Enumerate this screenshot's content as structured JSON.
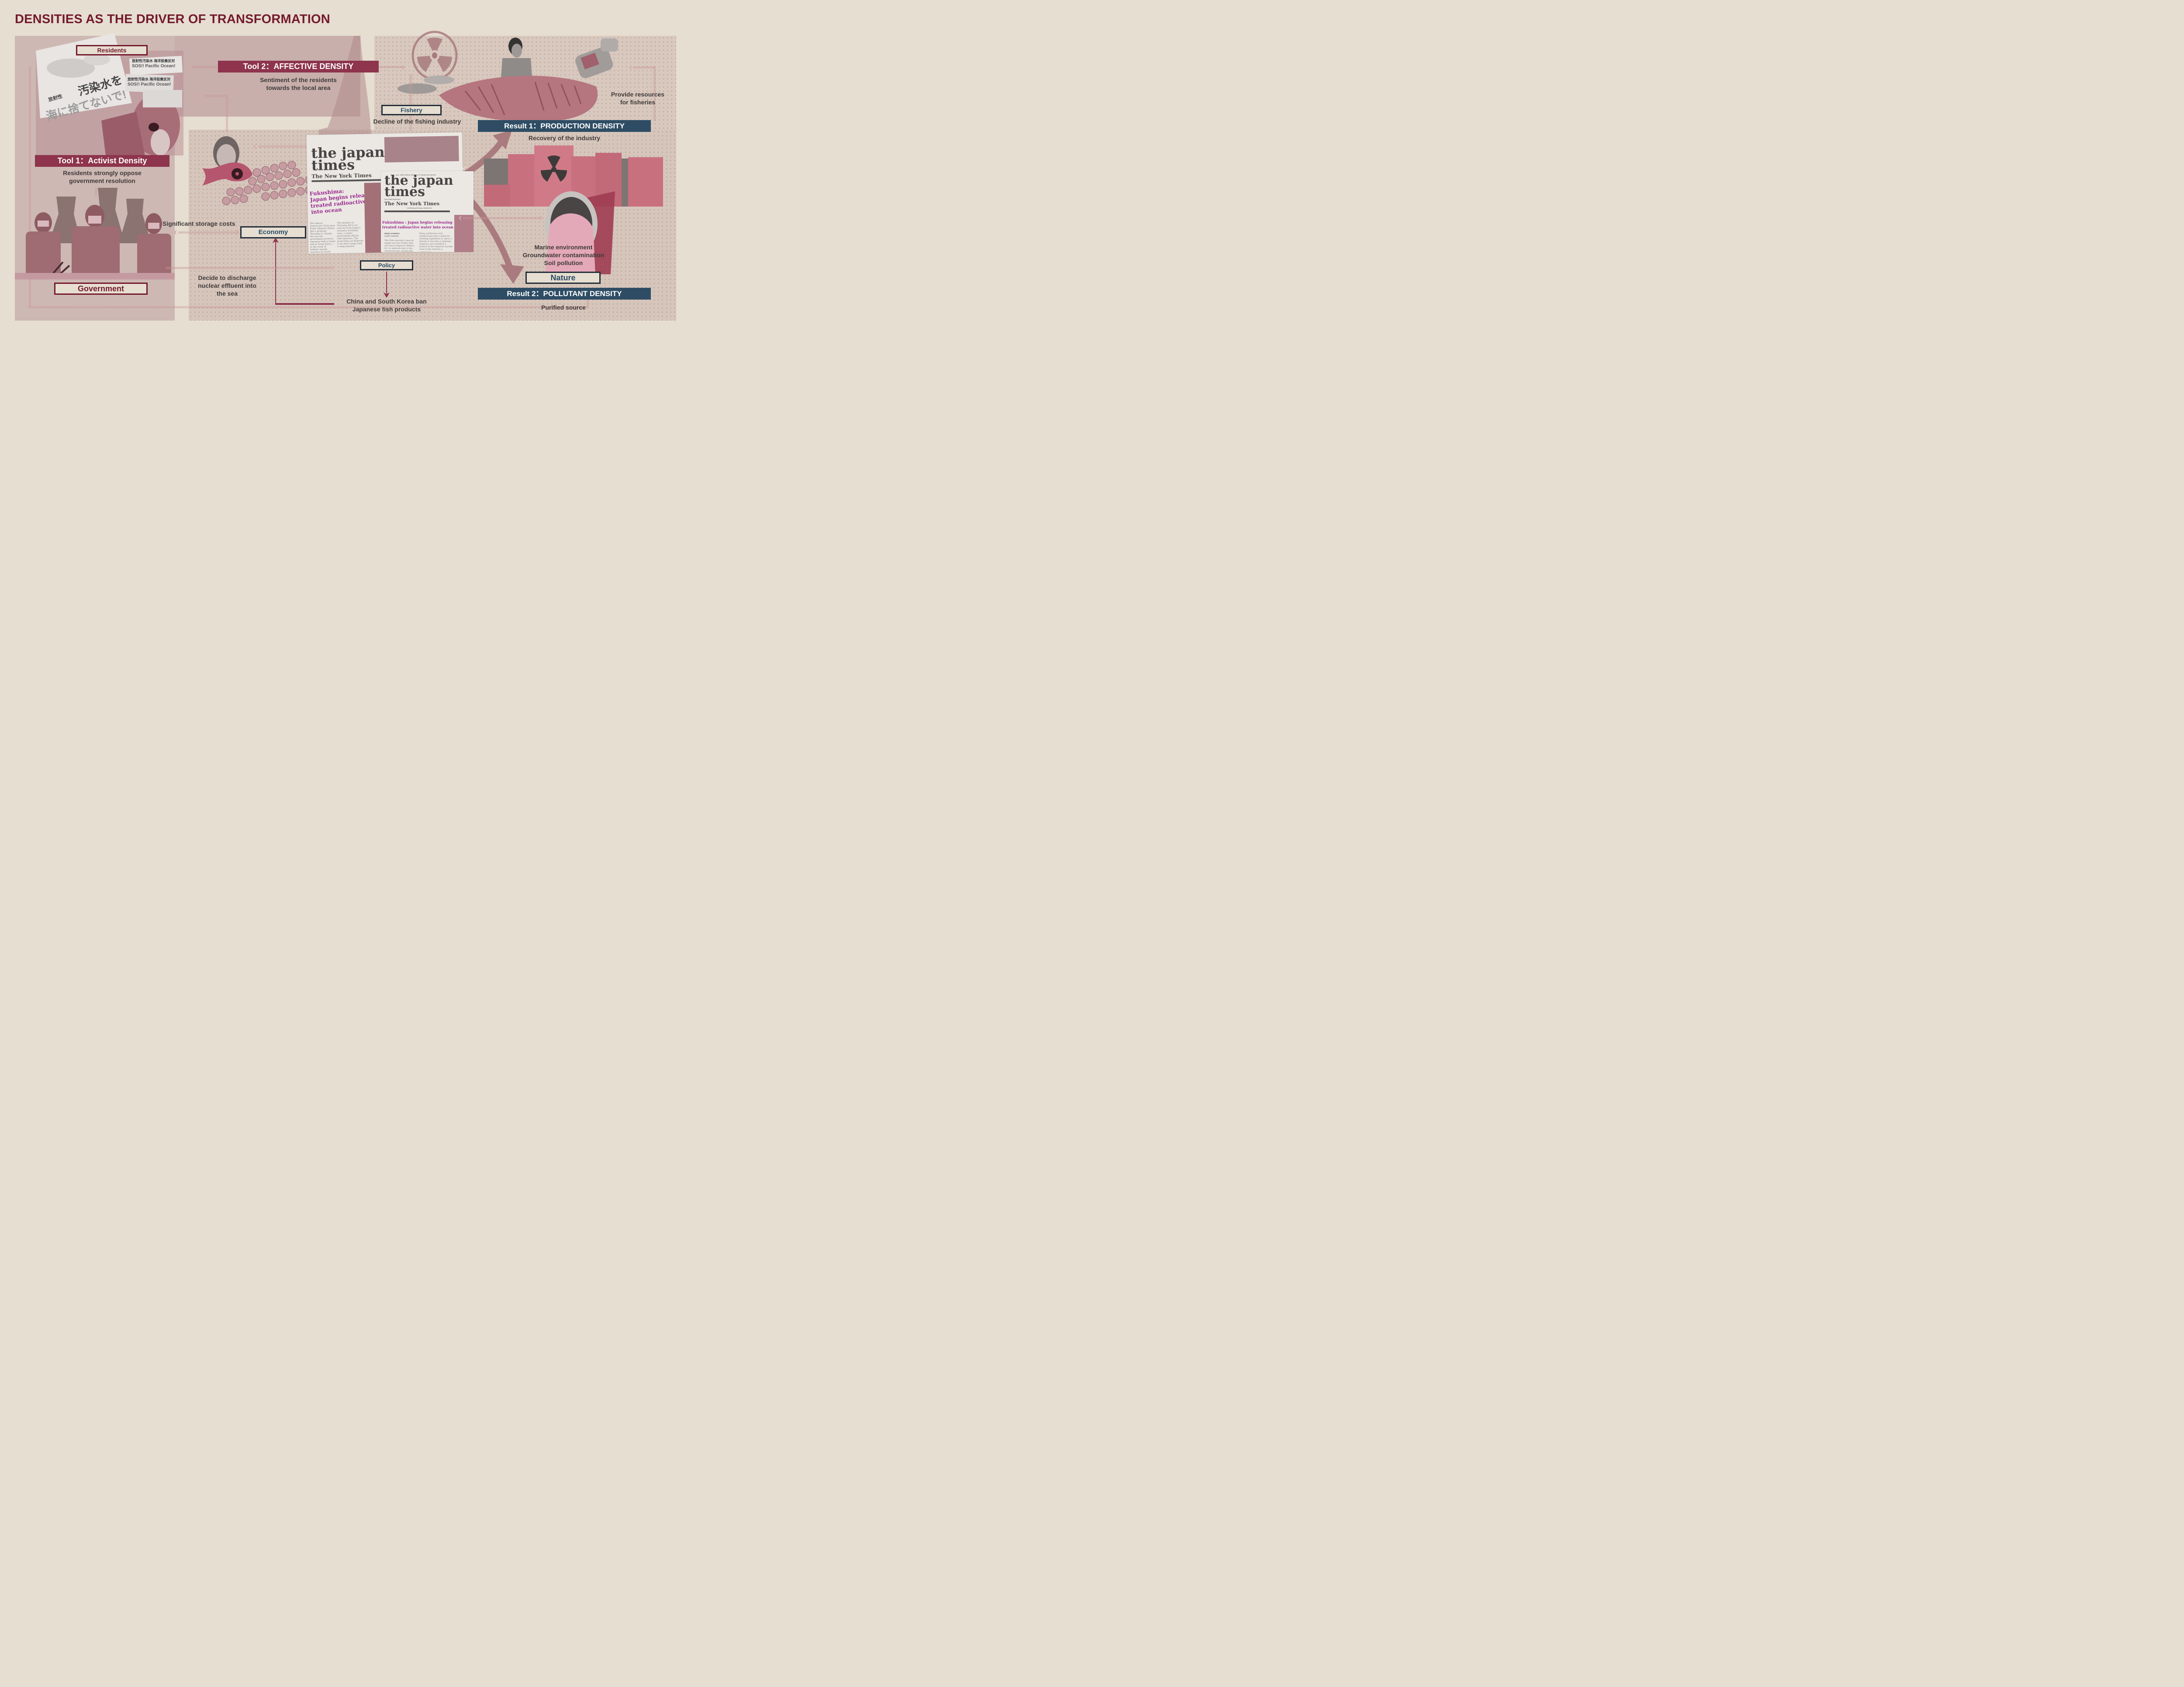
{
  "title": "DENSITIES AS THE DRIVER OF TRANSFORMATION",
  "colors": {
    "background": "#e6ded0",
    "title": "#741a2d",
    "tool_band": "#8e344d",
    "result_band": "#2e4d65",
    "stakeholder_red": "#741a2d",
    "stakeholder_blue": "#2b4b66",
    "text": "#3f3a3a",
    "headline": "#9c2a8f"
  },
  "stakeholders": {
    "residents": "Residents",
    "government": "Government",
    "economy": "Economy",
    "policy": "Policy",
    "fishery": "Fishery",
    "nature": "Nature"
  },
  "tools": {
    "tool1": {
      "label": "Tool 1：Activist Density",
      "description": [
        "Residents strongly oppose",
        "government resolution"
      ]
    },
    "tool2": {
      "label": "Tool 2：AFFECTIVE DENSITY",
      "description": [
        "Sentiment of the residents",
        "towards the local area"
      ]
    }
  },
  "results": {
    "result1": {
      "label": "Result 1：PRODUCTION DENSITY",
      "description": "Recovery of the industry"
    },
    "result2": {
      "label": "Result 2：POLLUTANT DENSITY",
      "description": "Purified source"
    }
  },
  "annotations": {
    "storage_costs": "Significant storage costs",
    "discharge": [
      "Decide to discharge",
      "nuclear effluent into",
      "the sea"
    ],
    "ban": [
      "China and South Korea ban",
      "Japanese fish products"
    ],
    "fishing_decline": "Decline of the fishing industry",
    "fishery_resources": [
      "Provide resources",
      "for fisheries"
    ],
    "nature_impacts": [
      "Marine environment",
      "Groundwater contamination",
      "Soil pollution"
    ]
  },
  "protest_signs": {
    "main_line1": "汚染水を",
    "main_line2": "海に捨てないで!",
    "main_prefix": "放射性",
    "sign_jp": "放射性汚染水 海洋投棄反対",
    "sign_en": "SOS!! Pacific Ocean!"
  },
  "newspapers": {
    "masthead_line1": "the japan",
    "masthead_line2": "times",
    "incorporating": "INCORPORATING",
    "nyt": "The New York Times",
    "edition": "INTERNATIONAL EDITION",
    "tagline": "ALL THE NEWS WITHOUT FEAR OR FAVOR",
    "headline_left": [
      "Fukushima:",
      "Japan begins releasing",
      "treated radioactive water",
      "into ocean"
    ],
    "headline_right": [
      "Fukushima : Japan begins releasing",
      "treated radioactive water into ocean"
    ],
    "byline_left": "KYODO JIJI",
    "byline_right": "REIJI YOSHIDA",
    "byline_right_role": "STAFF WRITER",
    "body_left": "The Liberal Democratic Party gave Prime Minister Shinzo Abe a proposal Thursday to change the way the government protects Japanese both at home and in South Korea — in the event of ballistic missile launches by North Korea, which fired several suspected surface-to-ship cruise missiles the same day.",
    "body_mid": "The missiles on Thursday fell in an area far from Japan's exclusive economic zone, a senior government official told reporters. The projectiles are believed to be short-range land-to-ship missiles.",
    "body_right": "The Diet enacted a special single-use law Friday that will allow Emperor Akihito, 83, to abdicate due to his advanced age, paving the way for Crown Prince Naruhito, 57, to rise to",
    "body_right2": "Many politicians and intellectuals have called for drafting legislation to allow a female to become a reigning empress and establish a branch in the Imperial system even if she marries a commoner."
  },
  "icons": {
    "radiation": "radiation-icon",
    "arrow": "arrow-icon"
  }
}
